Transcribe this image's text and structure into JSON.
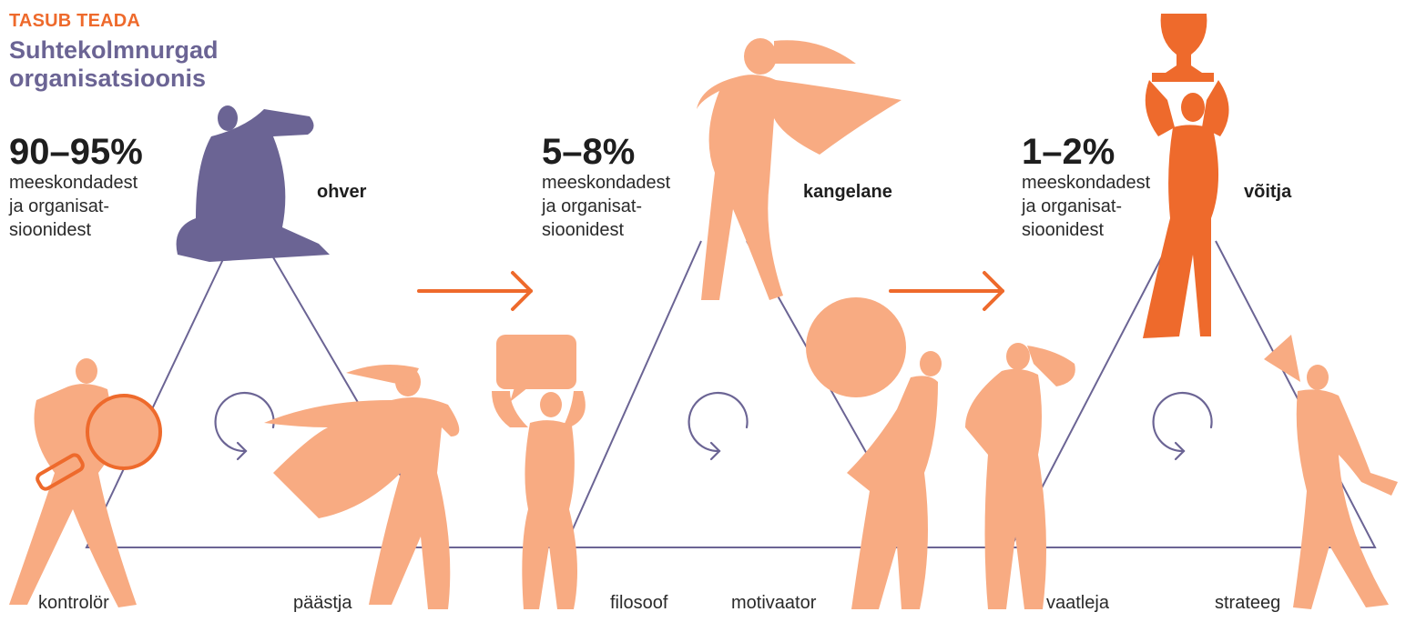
{
  "header": {
    "kicker": "TASUB TEADA",
    "title": "Suhtekolmnurgad organisatsioonis"
  },
  "colors": {
    "orange": "#ee6a2c",
    "peach": "#f8ab82",
    "purple": "#6b6494"
  },
  "triangles": [
    {
      "percent": "90–95%",
      "description": "meeskondadest\nja organisat-\nsioonidest",
      "top_role": "ohver",
      "left_role": "kontrolör",
      "right_role": "päästja"
    },
    {
      "percent": "5–8%",
      "description": "meeskondadest\nja organisat-\nsioonidest",
      "top_role": "kangelane",
      "left_role": "filosoof",
      "right_role": "motivaator"
    },
    {
      "percent": "1–2%",
      "description": "meeskondadest\nja organisat-\nsioonidest",
      "top_role": "võitja",
      "left_role": "vaatleja",
      "right_role": "strateeg"
    }
  ]
}
